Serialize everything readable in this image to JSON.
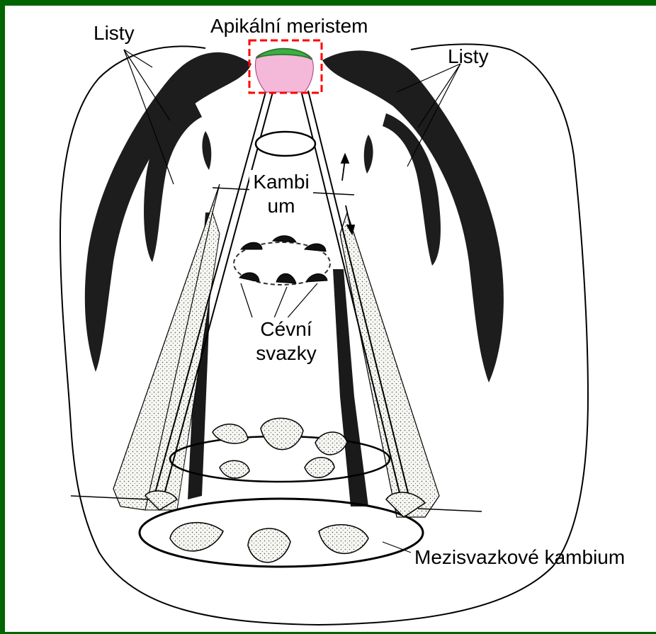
{
  "labels": {
    "leaves_left": "Listy",
    "leaves_right": "Listy",
    "apical_meristem": "Apikální meristem",
    "cambium_line1": "Kambi",
    "cambium_line2": "um",
    "vascular_line1": "Cévní",
    "vascular_line2": "svazky",
    "interfascicular_cambium": "Mezisvazkové kambium"
  },
  "colors": {
    "frame": "#006400",
    "meristem_top": "#3cb043",
    "meristem_body": "#f4b8d8",
    "highlight_box": "#ff0000"
  }
}
